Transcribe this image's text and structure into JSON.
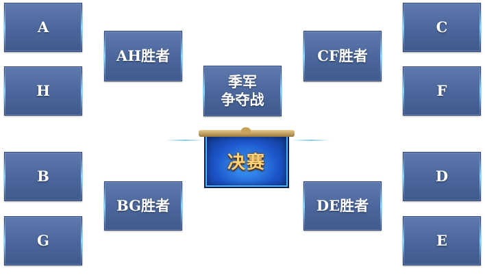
{
  "left": {
    "group1": [
      "A",
      "H"
    ],
    "group2": [
      "B",
      "G"
    ],
    "winners": [
      "AH胜者",
      "BG胜者"
    ]
  },
  "right": {
    "group1": [
      "C",
      "F"
    ],
    "group2": [
      "D",
      "E"
    ],
    "winners": [
      "CF胜者",
      "DE胜者"
    ]
  },
  "third_place": {
    "line1": "季军",
    "line2": "争夺战"
  },
  "final": {
    "label": "决赛"
  },
  "colors": {
    "box": "#4a669a",
    "box_border": "#2f4673",
    "final_text": "#ffd27a",
    "final_bg": "#1c55c9",
    "ornament": "#86cbe4"
  }
}
